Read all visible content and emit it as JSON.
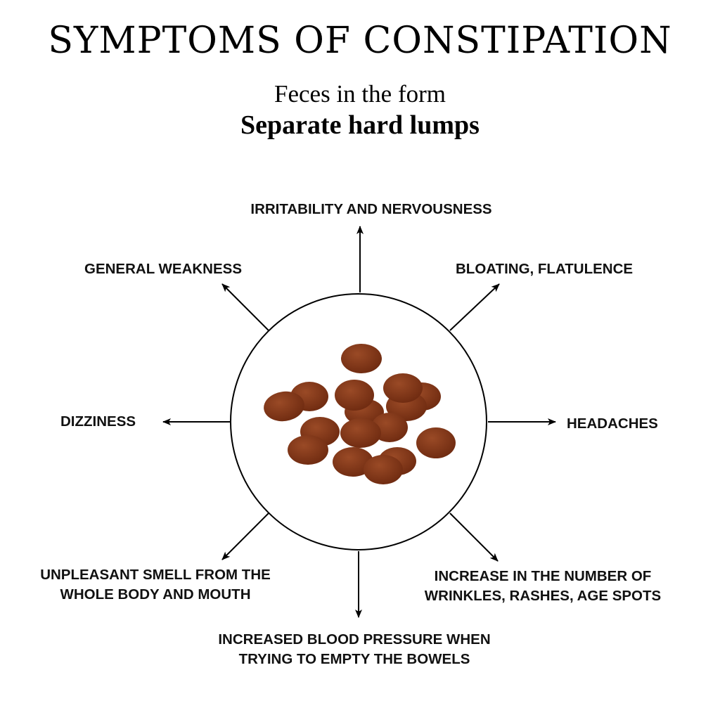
{
  "title": "SYMPTOMS OF CONSTIPATION",
  "subtitle": "Feces in the form",
  "subtitle_bold": "Separate hard lumps",
  "symptoms": {
    "top": "IRRITABILITY AND NERVOUSNESS",
    "top_left": "GENERAL WEAKNESS",
    "top_right": "BLOATING, FLATULENCE",
    "left": "DIZZINESS",
    "right": "HEADACHES",
    "bottom_left_1": "UNPLEASANT SMELL FROM THE",
    "bottom_left_2": "WHOLE BODY AND MOUTH",
    "bottom_right_1": "INCREASE IN THE NUMBER OF",
    "bottom_right_2": "WRINKLES, RASHES, AGE SPOTS",
    "bottom_1": "INCREASED BLOOD PRESSURE WHEN",
    "bottom_2": "TRYING TO EMPTY THE BOWELS"
  },
  "colors": {
    "lump_fill": "#7a2f13",
    "lump_highlight": "#9a4a26",
    "stroke": "#000000"
  }
}
